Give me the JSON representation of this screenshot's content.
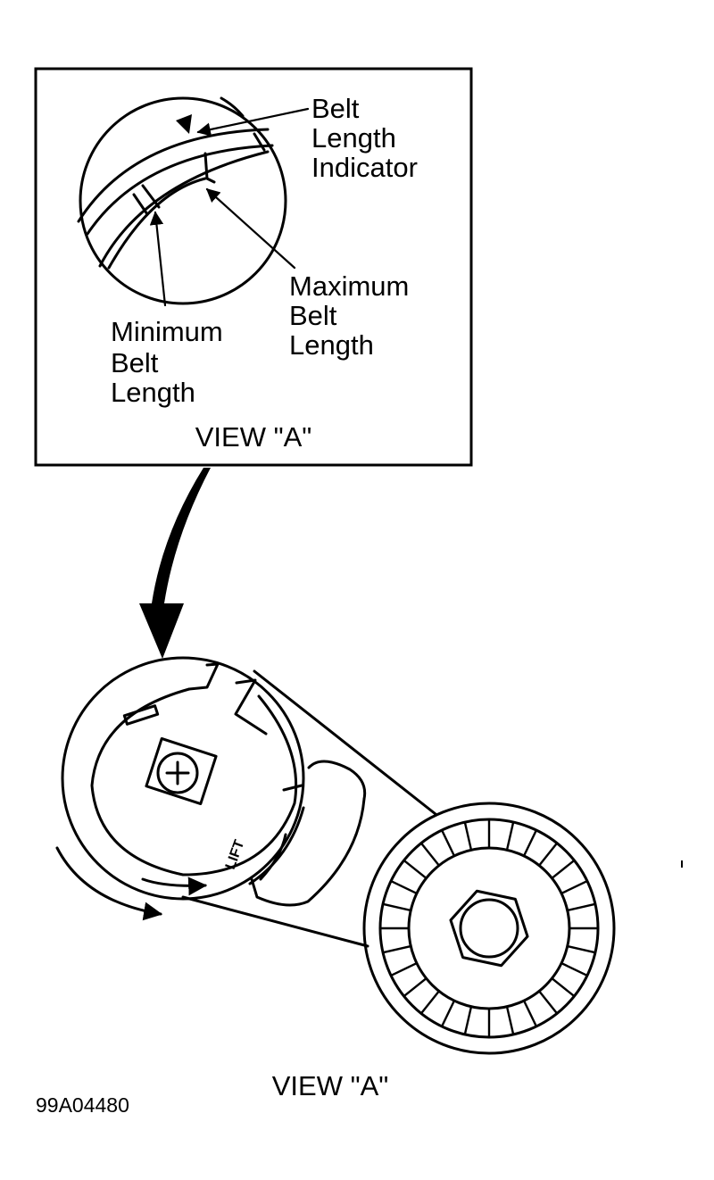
{
  "inset": {
    "callouts": {
      "belt_length_indicator": [
        "Belt",
        "Length",
        "Indicator"
      ],
      "maximum_belt_length": [
        "Maximum",
        "Belt",
        "Length"
      ],
      "minimum_belt_length": [
        "Minimum",
        "Belt",
        "Length"
      ]
    },
    "caption": "VIEW \"A\""
  },
  "tensioner": {
    "arm_marking": "LIFT"
  },
  "caption": "VIEW \"A\"",
  "figure_id": "99A04480"
}
